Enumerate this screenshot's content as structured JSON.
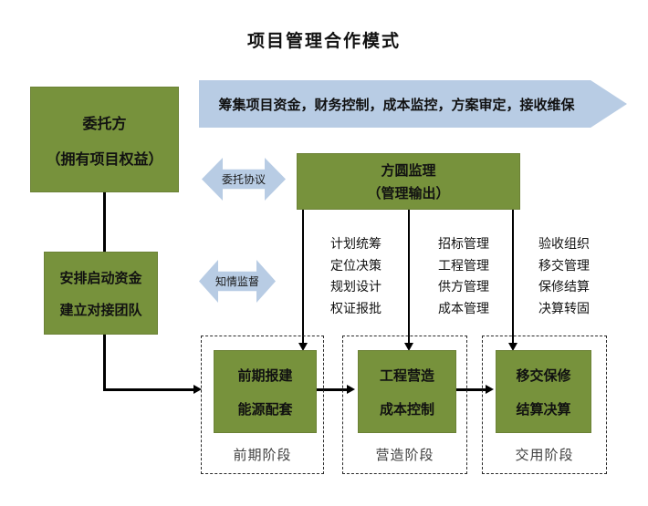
{
  "title": "项目管理合作模式",
  "colors": {
    "green": "#77923C",
    "green_border": "#6B8135",
    "blue": "#B8CCE4"
  },
  "top_arrow": {
    "label": "筹集项目资金，财务控制，成本监控，方案审定，接收维保"
  },
  "client_box": {
    "line1": "委托方",
    "line2": "（拥有项目权益）"
  },
  "delegate_arrow": {
    "label": "委托协议"
  },
  "supervisor_box": {
    "line1": "方圆监理",
    "line2": "（管理输出）"
  },
  "fund_box": {
    "line1": "安排启动资金",
    "line2": "建立对接团队"
  },
  "inform_arrow": {
    "label": "知情监督"
  },
  "task_columns": [
    {
      "items": [
        "计划统筹",
        "定位决策",
        "规划设计",
        "权证报批"
      ]
    },
    {
      "items": [
        "招标管理",
        "工程管理",
        "供方管理",
        "成本管理"
      ]
    },
    {
      "items": [
        "验收组织",
        "移交管理",
        "保修结算",
        "决算转固"
      ]
    }
  ],
  "stages": [
    {
      "box_line1": "前期报建",
      "box_line2": "能源配套",
      "label": "前期阶段"
    },
    {
      "box_line1": "工程营造",
      "box_line2": "成本控制",
      "label": "营造阶段"
    },
    {
      "box_line1": "移交保修",
      "box_line2": "结算决算",
      "label": "交用阶段"
    }
  ]
}
